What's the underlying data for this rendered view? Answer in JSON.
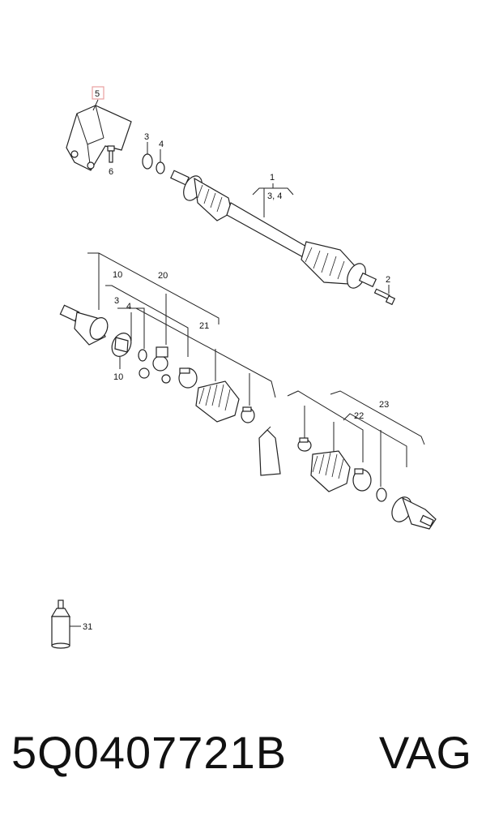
{
  "labels": {
    "l5": "5",
    "l6": "6",
    "l3a": "3",
    "l4a": "4",
    "l1": "1",
    "l34": "3, 4",
    "l2": "2",
    "l10a": "10",
    "l20": "20",
    "l3b": "3",
    "l4b": "4",
    "l21": "21",
    "l10b": "10",
    "l23": "23",
    "l22": "22",
    "l31": "31"
  },
  "footer": {
    "part_number": "5Q0407721B",
    "brand": "VAG"
  },
  "colors": {
    "highlight_box": "#e8a0a0",
    "ink": "#222222"
  }
}
